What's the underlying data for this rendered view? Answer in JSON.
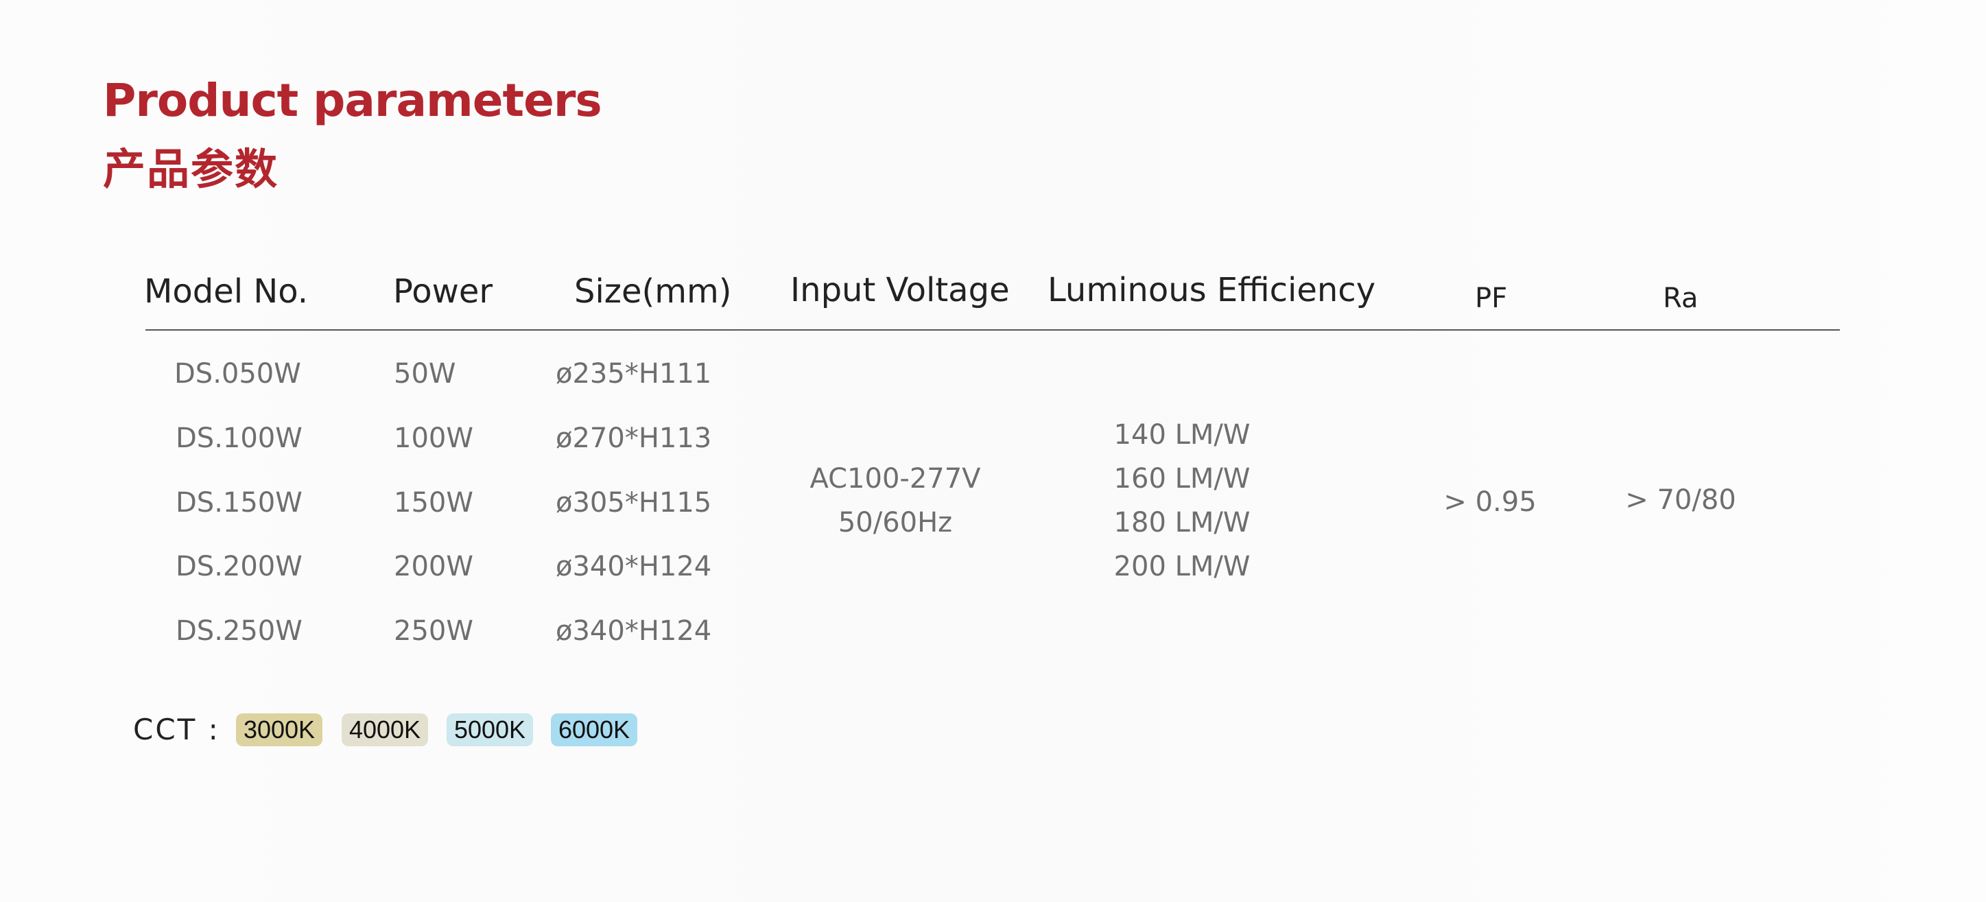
{
  "title": {
    "english": "Product parameters",
    "chinese": "产品参数"
  },
  "table": {
    "headers": {
      "model": "Model No.",
      "power": "Power",
      "size": "Size(mm)",
      "voltage": "Input Voltage",
      "efficiency": "Luminous Efficiency",
      "pf": "PF",
      "ra": "Ra"
    },
    "rows": [
      {
        "model": "DS.050W",
        "power": "50W",
        "size": "ø235*H111"
      },
      {
        "model": "DS.100W",
        "power": "100W",
        "size": "ø270*H113"
      },
      {
        "model": "DS.150W",
        "power": "150W",
        "size": "ø305*H115"
      },
      {
        "model": "DS.200W",
        "power": "200W",
        "size": "ø340*H124"
      },
      {
        "model": "DS.250W",
        "power": "250W",
        "size": "ø340*H124"
      }
    ],
    "voltage": {
      "line1": "AC100-277V",
      "line2": "50/60Hz"
    },
    "efficiency": [
      "140 LM/W",
      "160 LM/W",
      "180 LM/W",
      "200 LM/W"
    ],
    "pf": "> 0.95",
    "ra": "> 70/80"
  },
  "cct": {
    "label": "CCT :",
    "options": [
      {
        "label": "3000K",
        "color": "#ddd3a0"
      },
      {
        "label": "4000K",
        "color": "#e4e0cf"
      },
      {
        "label": "5000K",
        "color": "#cde8ee"
      },
      {
        "label": "6000K",
        "color": "#a8dcf0"
      }
    ]
  }
}
